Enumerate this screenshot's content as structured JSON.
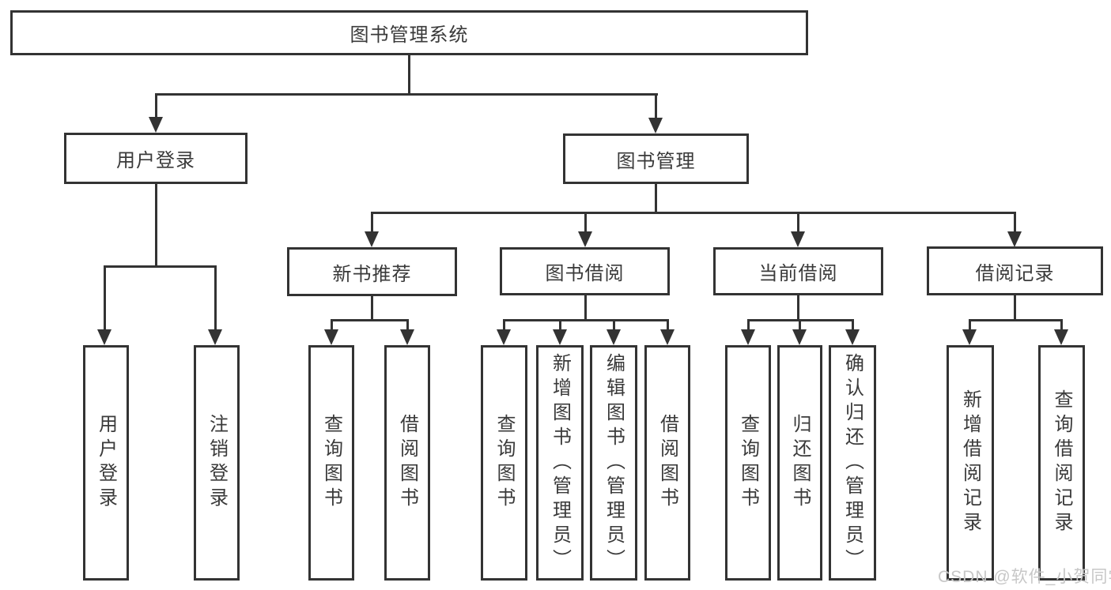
{
  "diagram": {
    "root": {
      "label": "图书管理系统"
    },
    "level2": [
      {
        "label": "用户登录"
      },
      {
        "label": "图书管理"
      }
    ],
    "level3": [
      {
        "label": "新书推荐"
      },
      {
        "label": "图书借阅"
      },
      {
        "label": "当前借阅"
      },
      {
        "label": "借阅记录"
      }
    ],
    "leaves": {
      "user_login": [
        "用户登录",
        "注销登录"
      ],
      "new_books": [
        "查询图书",
        "借阅图书"
      ],
      "book_borrow": [
        "查询图书",
        "新增图书（管理员）",
        "编辑图书（管理员）",
        "借阅图书"
      ],
      "current_borrow": [
        "查询图书",
        "归还图书",
        "确认归还（管理员）"
      ],
      "borrow_records": [
        "新增借阅记录",
        "查询借阅记录"
      ]
    }
  },
  "watermark": {
    "text": "CSDN @软件_小贺同学"
  },
  "colors": {
    "line": "#333333",
    "box_background": "#ffffff",
    "text": "#3a3a3a",
    "watermark": "#c7c7c7"
  }
}
